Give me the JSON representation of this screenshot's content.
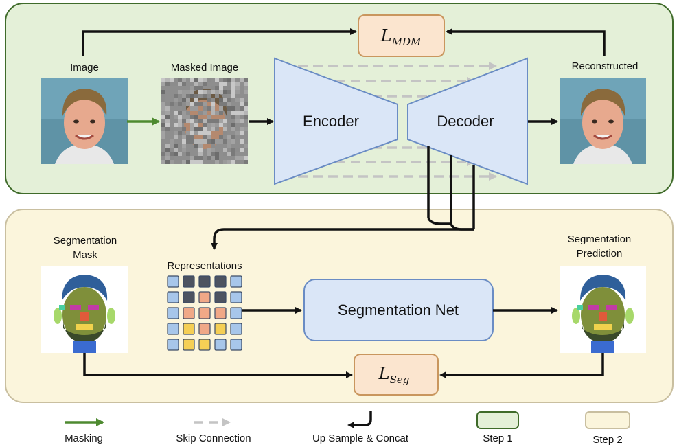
{
  "step1_panel": {
    "image_label": "Image",
    "masked_image_label": "Masked Image",
    "encoder_label": "Encoder",
    "decoder_label": "Decoder",
    "reconstructed_label": "Reconstructed",
    "loss_main": "L",
    "loss_sub": "MDM"
  },
  "step2_panel": {
    "seg_mask_label_line1": "Segmentation",
    "seg_mask_label_line2": "Mask",
    "representations_label": "Representations",
    "segnet_label": "Segmentation Net",
    "seg_pred_label_line1": "Segmentation",
    "seg_pred_label_line2": "Prediction",
    "loss_main": "L",
    "loss_sub": "Seg"
  },
  "legend": {
    "masking": "Masking",
    "skip_connection": "Skip Connection",
    "upsample_concat": "Up Sample & Concat",
    "step1": "Step 1",
    "step2": "Step 2"
  },
  "representations_grid": [
    [
      "blue",
      "dark",
      "dark",
      "dark",
      "blue"
    ],
    [
      "blue",
      "dark",
      "salmon",
      "dark",
      "blue"
    ],
    [
      "blue",
      "salmon",
      "salmon",
      "salmon",
      "blue"
    ],
    [
      "blue",
      "gold",
      "salmon",
      "gold",
      "blue"
    ],
    [
      "blue",
      "gold",
      "gold",
      "blue",
      "blue"
    ]
  ],
  "colors": {
    "step1_fill": "#e4f0d8",
    "step1_stroke": "#3f6b2a",
    "step2_fill": "#fbf5dc",
    "step2_stroke": "#c9bfa0",
    "loss_fill": "#fbe5cf",
    "loss_stroke": "#c9965e",
    "net_fill": "#dae6f7",
    "net_stroke": "#6a8cc4",
    "masking_arrow": "#4e8a30",
    "skip_arrow": "#c4c4c4",
    "grid_blue": "#a7c6ea",
    "grid_dark": "#4d5360",
    "grid_salmon": "#f0a887",
    "grid_gold": "#f5cf55"
  }
}
